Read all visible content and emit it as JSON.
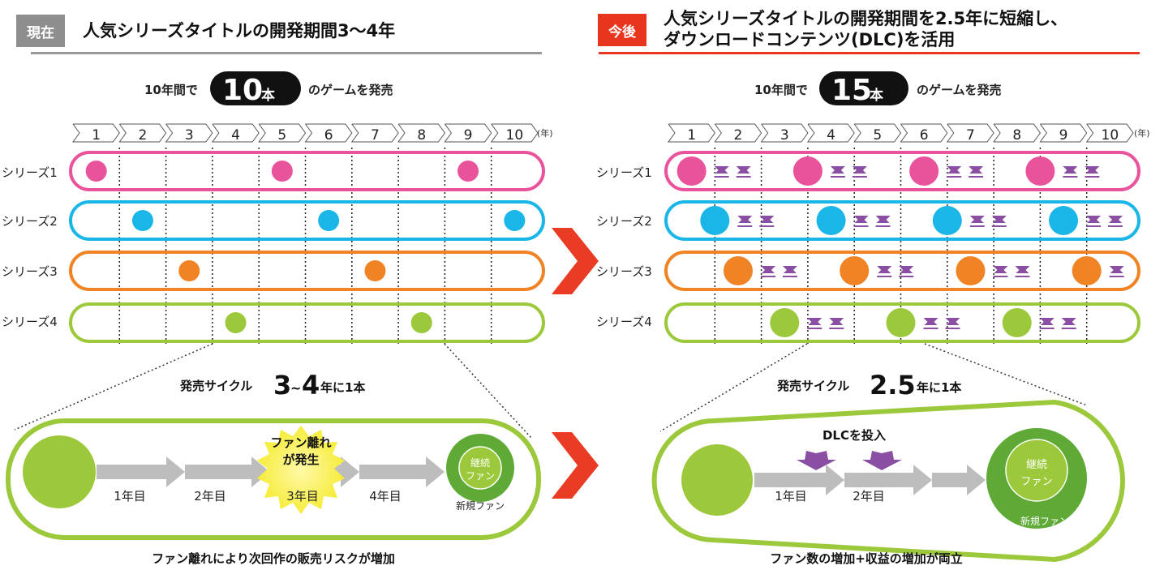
{
  "left": {
    "badge": "現在",
    "title": "人気シリーズタイトルの開発期間3〜4年",
    "count_prefix": "10年間で",
    "count_num": "10",
    "count_unit": "本",
    "count_suffix": "のゲームを発売",
    "cycle_prefix": "発売サイクル",
    "cycle_a": "3",
    "cycle_tilde": "~",
    "cycle_b": "4",
    "cycle_suffix": "年に1本",
    "steps": [
      "1年目",
      "2年目",
      "3年目",
      "4年目"
    ],
    "burst_text_1": "ファン離れ",
    "burst_text_2": "が発生",
    "circle_text_1": "継続",
    "circle_text_2": "ファン",
    "outer_label": "新規ファン",
    "caption": "ファン離れにより次回作の販売リスクが増加"
  },
  "right": {
    "badge": "今後",
    "title_line1": "人気シリーズタイトルの開発期間を2.5年に短縮し、",
    "title_line2": "ダウンロードコンテンツ(DLC)を活用",
    "count_prefix": "10年間で",
    "count_num": "15",
    "count_unit": "本",
    "count_suffix": "のゲームを発売",
    "cycle_prefix": "発売サイクル",
    "cycle_num": "2.5",
    "cycle_suffix": "年に1本",
    "dlc_label": "DLCを投入",
    "steps": [
      "1年目",
      "2年目"
    ],
    "circle_text_1": "継続",
    "circle_text_2": "ファン",
    "outer_label": "新規ファン",
    "caption": "ファン数の増加+収益の増加が両立"
  },
  "years": [
    "1",
    "2",
    "3",
    "4",
    "5",
    "6",
    "7",
    "8",
    "9",
    "10"
  ],
  "year_unit": "(年)",
  "series": [
    "シリーズ1",
    "シリーズ2",
    "シリーズ3",
    "シリーズ4"
  ],
  "colors": {
    "pink": "#e8539c",
    "cyan": "#1ab6e8",
    "orange": "#f08323",
    "green": "#9cc93b",
    "purple": "#8a4ea3",
    "arrow_red": "#ea3c24",
    "gray_badge": "#8e8e8e",
    "red_badge": "#e8361e"
  },
  "left_releases_by_series": [
    [
      1,
      5,
      9
    ],
    [
      2,
      6,
      10
    ],
    [
      3,
      7
    ],
    [
      4,
      8
    ]
  ],
  "right_releases_by_series": [
    [
      1,
      3.5,
      6,
      8.5
    ],
    [
      1.5,
      4,
      6.5,
      9
    ],
    [
      2,
      4.5,
      7,
      9.5
    ],
    [
      3,
      5.5,
      8
    ]
  ]
}
